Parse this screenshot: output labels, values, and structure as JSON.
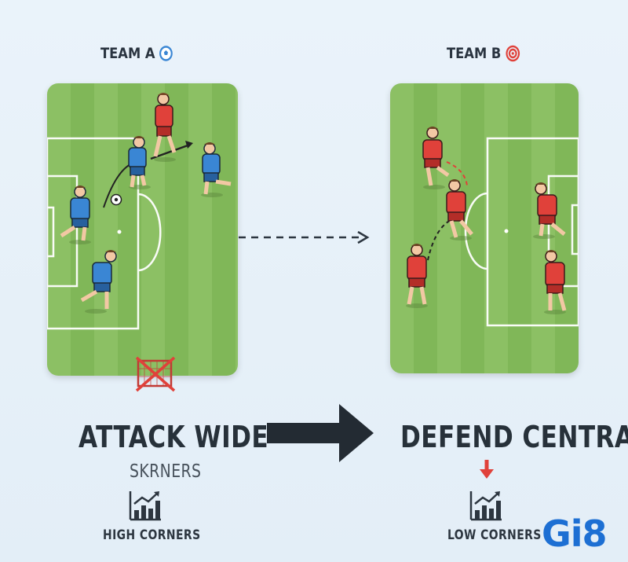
{
  "team_a": {
    "label": "TEAM A",
    "icon": "soccer-ball-icon",
    "color": "#3a86d4"
  },
  "team_b": {
    "label": "TEAM B",
    "icon": "target-icon",
    "color": "#e0413a"
  },
  "left": {
    "title": "ATTACK WIDE",
    "subtitle": "SKRNERS",
    "icon": "bar-chart-up-icon",
    "caption": "HIGH CORNERS"
  },
  "right": {
    "title": "DEFEND CENTRAL",
    "icon": "bar-chart-up-icon",
    "caption": "LOW CORNERS",
    "indicator": "down-arrow-icon"
  },
  "logo": "Gi8",
  "colors": {
    "pitch": "#86bc5e",
    "attack": "#3a86d4",
    "defend": "#e0413a",
    "crossed_goal": "#e0413a"
  }
}
